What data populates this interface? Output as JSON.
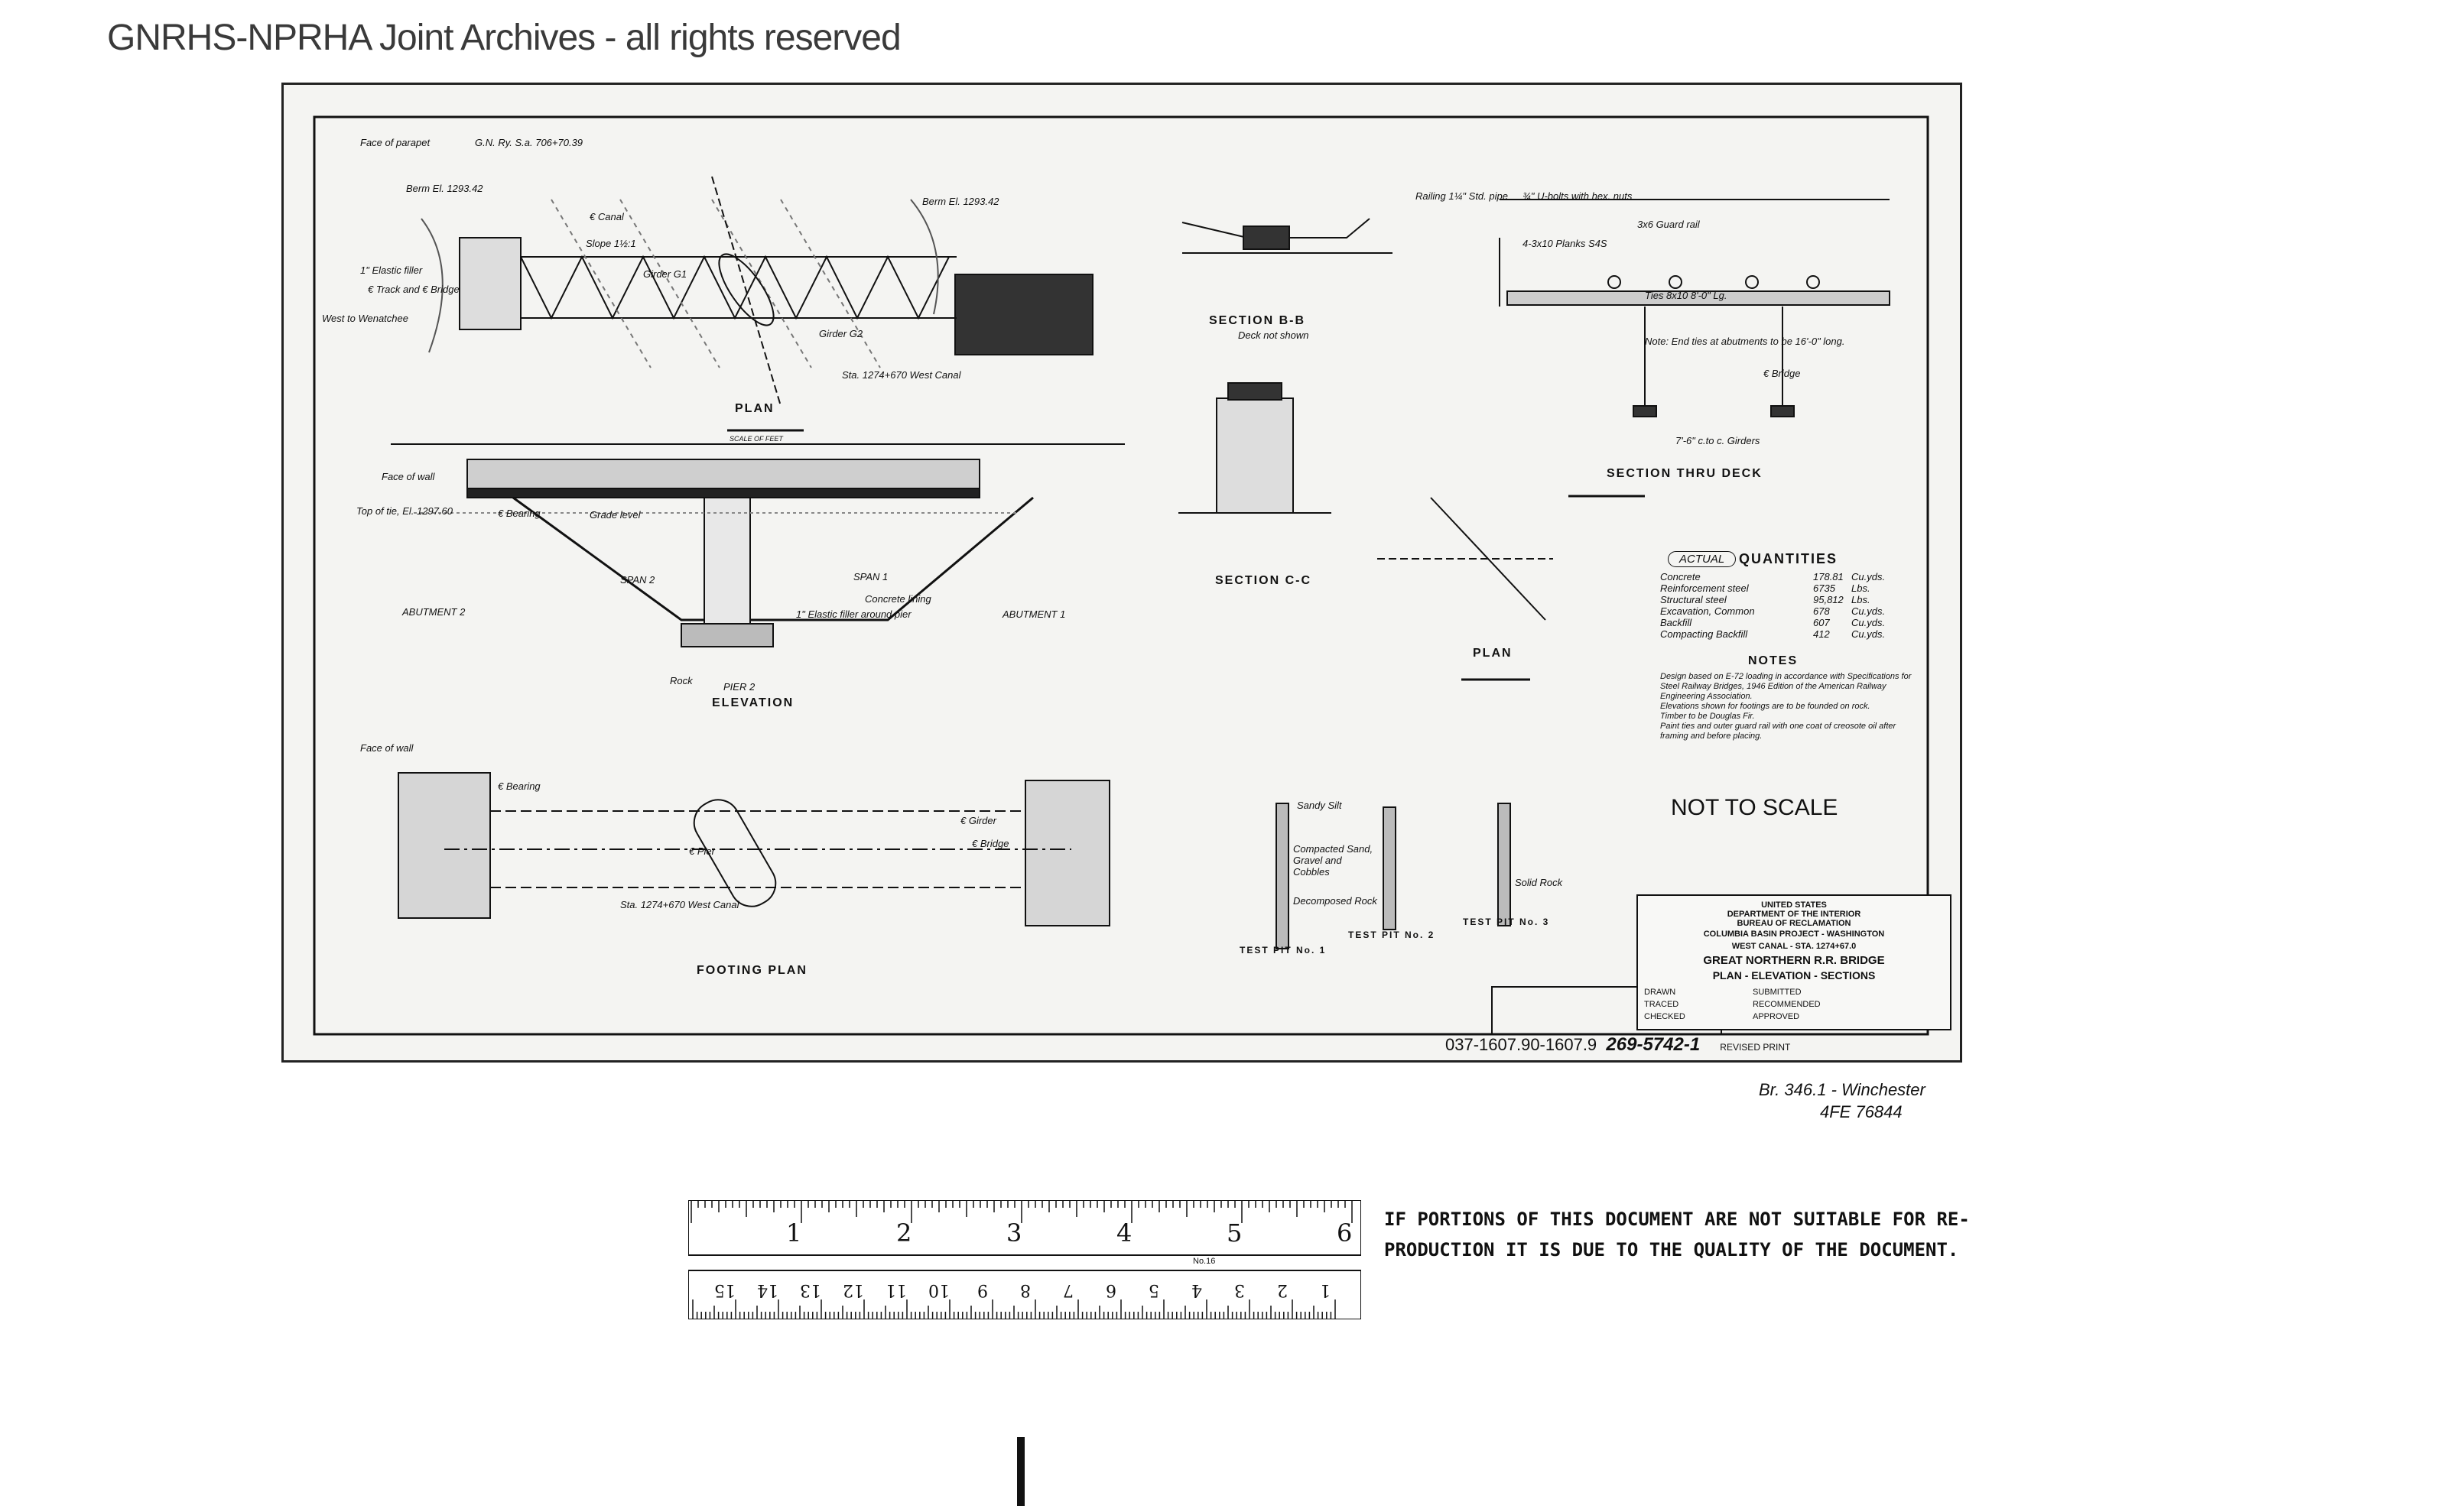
{
  "watermark": "GNRHS-NPRHA Joint Archives - all rights reserved",
  "drawing": {
    "views": {
      "plan": "PLAN",
      "elevation": "ELEVATION",
      "footing_plan": "FOOTING PLAN",
      "section_bb": "SECTION B-B",
      "section_bb_note": "Deck not shown",
      "section_cc": "SECTION C-C",
      "section_thru_deck": "SECTION THRU DECK",
      "test_pit_plan": "PLAN",
      "test_pit_1": "TEST PIT No. 1",
      "test_pit_2": "TEST PIT No. 2",
      "test_pit_3": "TEST PIT No. 3",
      "scale_of_feet": "SCALE OF FEET"
    },
    "plan_labels": [
      "Face of parapet",
      "G.N. Ry. S.a. 706+70.39",
      "Berm El. 1293.42",
      "€ Canal",
      "Slope 1½:1",
      "€ Track and € Bridge",
      "1\" Elastic filler",
      "West to Wenatchee",
      "Sta. 1274+670 West Canal",
      "Girder G1",
      "Girder G2",
      "Berm El. 1293.42"
    ],
    "elevation_labels": [
      "Face of wall",
      "Top of tie, El. 1297.60",
      "€ Bearing",
      "Grade level",
      "SPAN 2",
      "SPAN 1",
      "ABUTMENT 2",
      "ABUTMENT 1",
      "PIER 2",
      "Concrete lining",
      "1\" Elastic filler around pier",
      "Rock"
    ],
    "footing_labels": [
      "Face of wall",
      "€ Bearing",
      "€ Pier",
      "€ Girder",
      "€ Bridge",
      "Sta. 1274+670 West Canal"
    ],
    "deck_labels": [
      "Railing 1¼\" Std. pipe",
      "¾\" U-bolts with hex. nuts",
      "3x6 Guard rail",
      "4-3x10 Planks S4S",
      "Ties 8x10 8'-0\" Lg.",
      "Note: End ties at abutments to be 16'-0\" long.",
      "€ Bridge",
      "7'-6\" c.to c. Girders"
    ],
    "test_pit_labels": [
      "Sandy Silt",
      "Compacted Sand, Gravel and Cobbles",
      "Decomposed Rock",
      "Solid Rock"
    ],
    "quantities": {
      "heading": "QUANTITIES",
      "stamp": "ACTUAL",
      "items": [
        {
          "item": "Concrete",
          "amount": "178.81",
          "unit": "Cu.yds."
        },
        {
          "item": "Reinforcement steel",
          "amount": "6735",
          "unit": "Lbs."
        },
        {
          "item": "Structural steel",
          "amount": "95,812",
          "unit": "Lbs."
        },
        {
          "item": "Excavation, Common",
          "amount": "678",
          "unit": "Cu.yds."
        },
        {
          "item": "Backfill",
          "amount": "607",
          "unit": "Cu.yds."
        },
        {
          "item": "Compacting Backfill",
          "amount": "412",
          "unit": "Cu.yds."
        }
      ]
    },
    "notes": {
      "heading": "NOTES",
      "lines": [
        "Design based on E-72 loading in accordance with Specifications for Steel Railway Bridges, 1946 Edition of the American Railway Engineering Association.",
        "Elevations shown for footings are to be founded on rock.",
        "Timber to be Douglas Fir.",
        "Paint ties and outer guard rail with one coat of creosote oil after framing and before placing."
      ]
    },
    "not_to_scale": "NOT TO SCALE",
    "title_block": {
      "agency1": "UNITED STATES",
      "agency2": "DEPARTMENT OF THE INTERIOR",
      "agency3": "BUREAU OF RECLAMATION",
      "project": "COLUMBIA BASIN PROJECT - WASHINGTON",
      "location": "WEST CANAL - STA. 1274+67.0",
      "title1": "GREAT NORTHERN R.R. BRIDGE",
      "title2": "PLAN - ELEVATION - SECTIONS",
      "drawn": "DRAWN",
      "traced": "TRACED",
      "checked": "CHECKED",
      "submitted": "SUBMITTED",
      "recommended": "RECOMMENDED",
      "approved": "APPROVED",
      "revised": "REVISED PRINT"
    },
    "drawing_number": "037-1607.90-1607.9",
    "sheet_number": "269-5742-1",
    "handwritten_note": "Br. 346.1 - Winchester",
    "handwritten_number": "4FE 76844"
  },
  "ruler": {
    "inches": [
      "1",
      "2",
      "3",
      "4",
      "5",
      "6"
    ],
    "cm": [
      "1",
      "2",
      "3",
      "4",
      "5",
      "6",
      "7",
      "8",
      "9",
      "10",
      "11",
      "12",
      "13",
      "14",
      "15"
    ],
    "maker": "No.16"
  },
  "quality_notice": {
    "line1": "IF PORTIONS OF THIS DOCUMENT ARE NOT SUITABLE FOR RE-",
    "line2": "PRODUCTION IT IS DUE TO THE QUALITY OF THE DOCUMENT."
  }
}
